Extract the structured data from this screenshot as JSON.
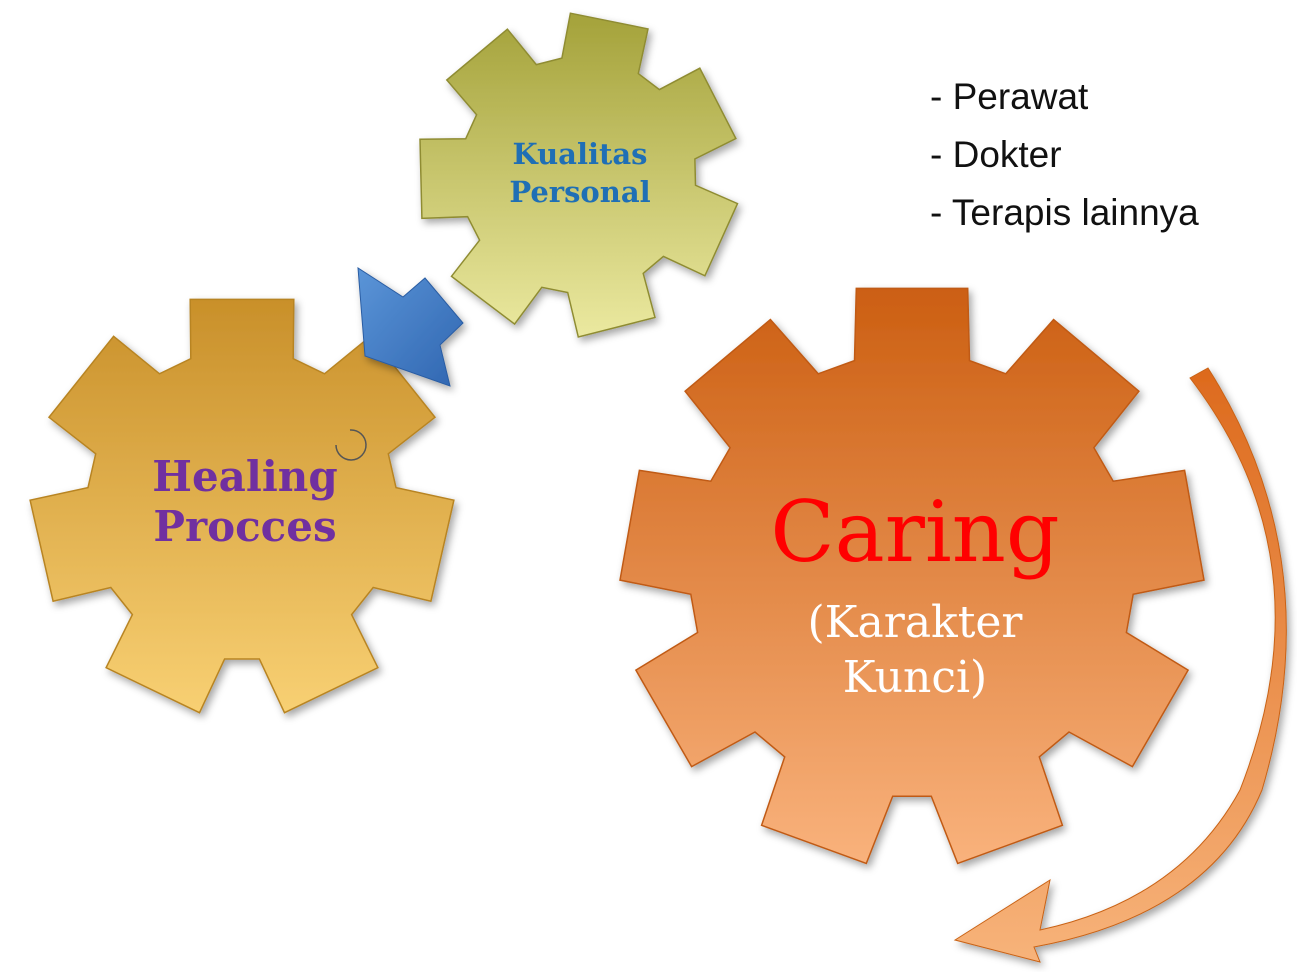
{
  "gears": {
    "small": {
      "line1": "Kualitas",
      "line2": "Personal"
    },
    "left": {
      "line1": "Healing",
      "line2": "Procces"
    },
    "big": {
      "title": "Caring",
      "sub1": "(Karakter",
      "sub2": "Kunci)"
    }
  },
  "roles": [
    "- Perawat",
    "- Dokter",
    "- Terapis lainnya"
  ],
  "colors": {
    "small_gear": "#c9c86a",
    "left_gear": "#e5b14e",
    "big_gear": "#e8894a",
    "arrow_blue": "#3f7cc9",
    "small_text": "#1f6fb5",
    "left_text": "#7030a0",
    "big_title": "#ff0000",
    "big_sub": "#ffffff"
  },
  "icons": [
    "gear-icon",
    "arrow-down-left-icon",
    "curved-arrow-icon",
    "circle-arc-icon"
  ]
}
